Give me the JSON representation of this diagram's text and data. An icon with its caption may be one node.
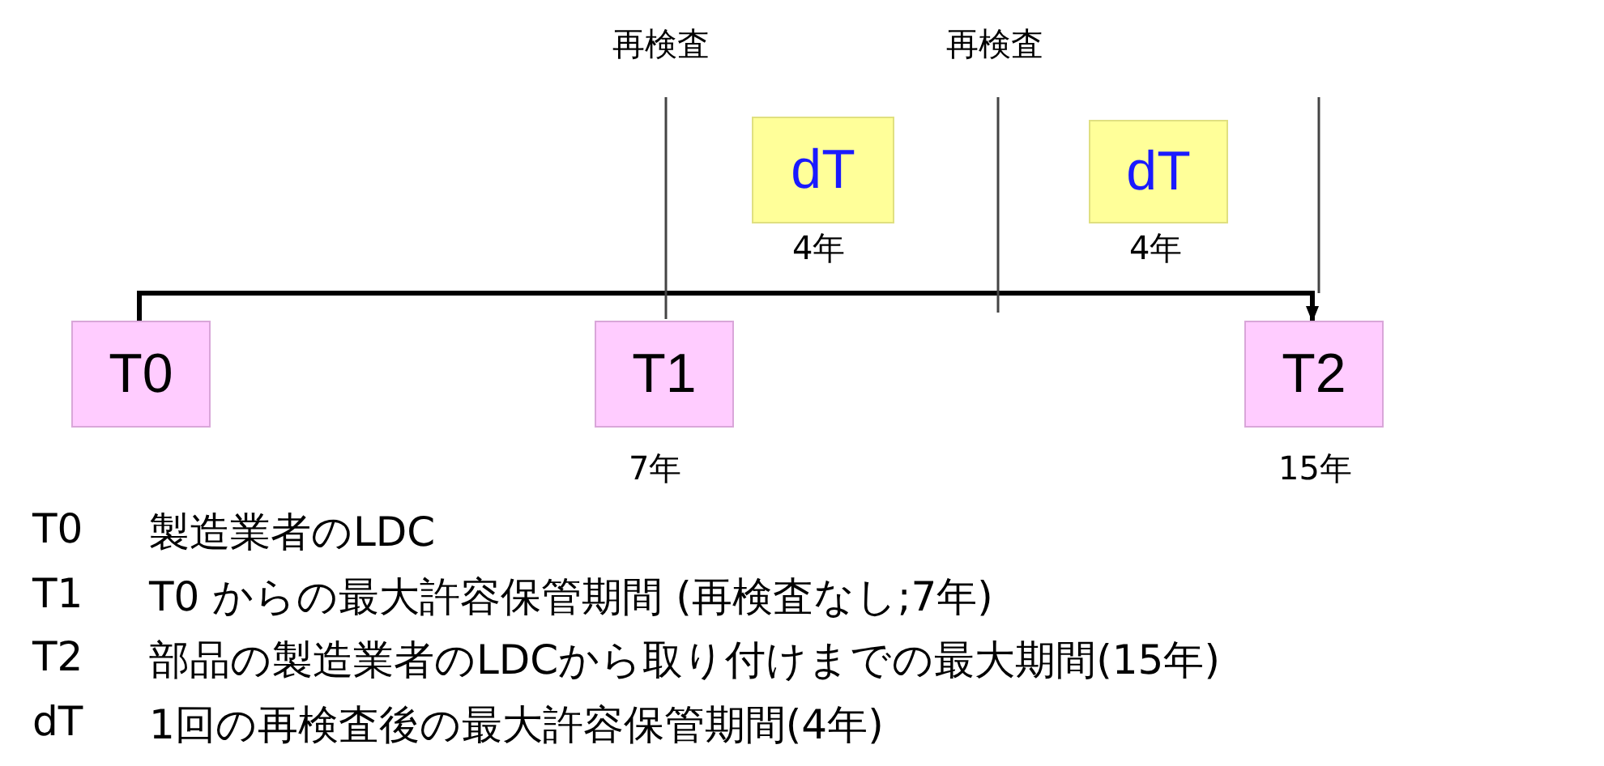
{
  "diagram": {
    "nodes": [
      {
        "text": [
          "dT"
        ],
        "beside": [
          "4年"
        ]
      },
      {
        "text": [
          "dT"
        ],
        "beside": [
          "4年"
        ]
      },
      {
        "text": [
          "T0"
        ]
      },
      {
        "text": [
          "T1"
        ],
        "beside": [
          "7年"
        ]
      },
      {
        "text": [
          "T2"
        ],
        "beside": [
          "15年"
        ]
      }
    ],
    "edges": [
      {
        "from": 2,
        "to": 4,
        "arrow": "to"
      }
    ],
    "labels": [
      "再検査",
      "再検査",
      "T0",
      "製造業者のLDC",
      "T1",
      "T0 からの最大許容保管期間 (再検査なし;7年)",
      "T2",
      "部品の製造業者のLDCから取り付けまでの最大期間(15年)",
      "dT",
      "1回の再検査後の最大許容保管期間(4年)"
    ]
  }
}
